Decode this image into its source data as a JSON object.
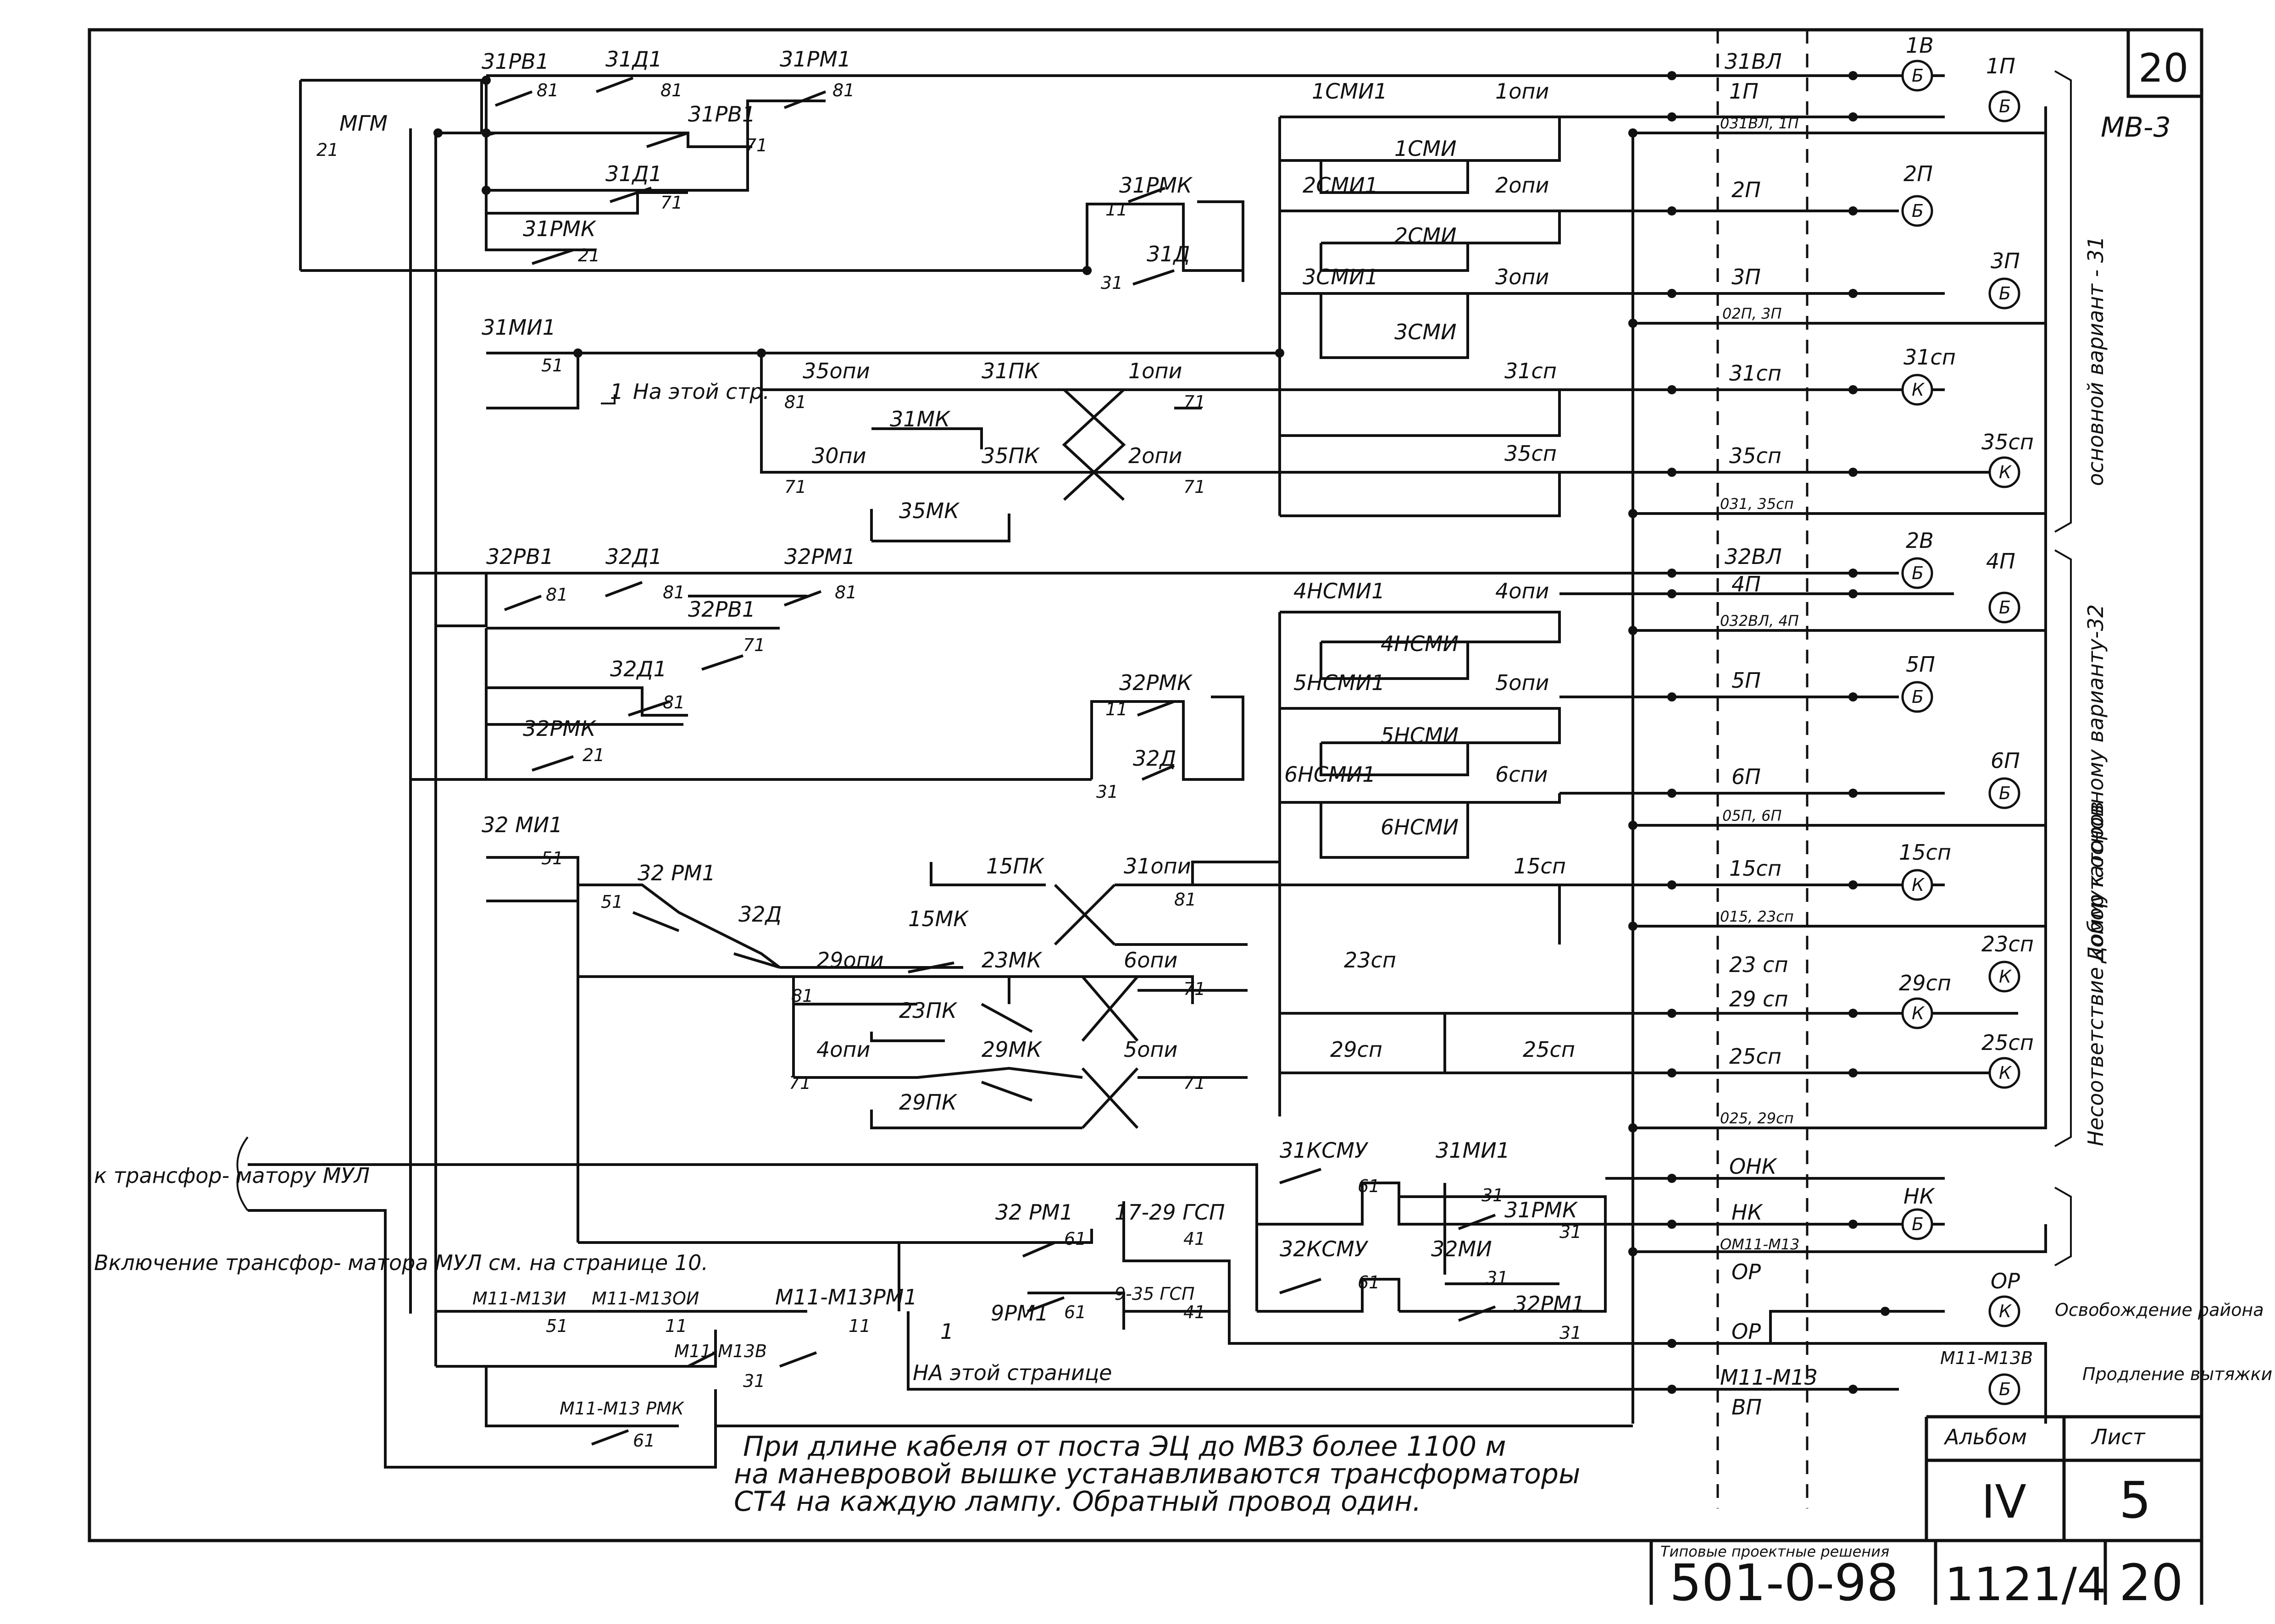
{
  "sheet": {
    "corner_number": "20",
    "code": "МВ-3",
    "album_label": "Альбом",
    "sheet_label": "Лист",
    "album_value": "IV",
    "sheet_value": "5",
    "standard_label": "Типовые проектные решения",
    "project_number": "501-0-98",
    "part_number": "1121/4",
    "page_number": "20"
  },
  "right_groups": {
    "main_variant": "основной вариант - 31",
    "addition": "Добор к основному варианту-32",
    "mismatch": "Несоответствие коммутаторов",
    "release": "Освобождение района",
    "extension": "Продление вытяжки"
  },
  "notes": {
    "to_transformer": "к трансфор- матору МУЛ",
    "transformer_note": "Включение трансфор- матора МУЛ см. на странице 10.",
    "cable_note_1": "При длине кабеля от поста ЭЦ до МВЗ более 1100 м",
    "cable_note_2": "на маневровой вышке устанавливаются трансформаторы",
    "cable_note_3": "СТ4 на каждую лампу. Обратный провод один.",
    "this_page_1": "На этой стр.",
    "this_page_2": "НА этой странице",
    "arrow_1": "1",
    "arrow_2": "1"
  },
  "contacts": {
    "mgm": "МГМ",
    "mgm_n": "21",
    "c31rv1": "31РВ1",
    "c31d1": "31Д1",
    "c31rm1": "31РМ1",
    "c31rv1b": "31РВ1",
    "c31d1b": "31Д1",
    "c31rmk": "31РМК",
    "c31rmk2": "31РМК",
    "c31d": "31Д",
    "c31mi1": "31МИ1",
    "c1smi1": "1СМИ1",
    "c1smi": "1СМИ",
    "c2smi1": "2СМИ1",
    "c2smi": "2СМИ",
    "c3smi1": "3СМИ1",
    "c3smi": "3СМИ",
    "c1opi": "1опи",
    "c2opi": "2опи",
    "c3opi": "3опи",
    "c35opi": "35опи",
    "c31pk": "31ПК",
    "c1opi2": "1опи",
    "c31mk": "31МК",
    "c30pi": "30пи",
    "c35pk": "35ПК",
    "c2opi2": "2опи",
    "c35mk": "35МК",
    "c31sp": "31сп",
    "c35sp": "35сп",
    "c32rv1": "32РВ1",
    "c32d1": "32Д1",
    "c32rm1": "32РМ1",
    "c32rv1b": "32РВ1",
    "c32d1b": "32Д1",
    "c32rmk": "32РМК",
    "c32rmk2": "32РМК",
    "c32d": "32Д",
    "c4nsmi1": "4НСМИ1",
    "c4nsmi": "4НСМИ",
    "c5nsmi1": "5НСМИ1",
    "c5nsmi": "5НСМИ",
    "c6nsmi1": "6НСМИ1",
    "c6nsmi": "6НСМИ",
    "c4opi": "4опи",
    "c5opi": "5опи",
    "c6spi": "6спи",
    "c32mi1": "32 МИ1",
    "c32rm1b": "32 РМ1",
    "c32dd": "32Д",
    "c15pk": "15ПК",
    "c31opi": "31опи",
    "c15mk": "15МК",
    "c15sp": "15сп",
    "c29opi": "29опи",
    "c23mk": "23МК",
    "c6opi": "6опи",
    "c23pk": "23ПК",
    "c23sp": "23сп",
    "c4opi2": "4опи",
    "c29mk": "29МК",
    "c5opi2": "5опи",
    "c29pk": "29ПК",
    "c29sp": "29сп",
    "c25sp": "25сп",
    "c31ksmu": "31КСМУ",
    "c31mi1b": "31МИ1",
    "c31rmkb": "31РМК",
    "c32ksmu": "32КСМУ",
    "c32mi": "32МИ",
    "c32rm1c": "32РМ1",
    "c32rm1d": "32 РМ1",
    "c17": "17-29 ГСП",
    "c9": "9-35 ГСП",
    "c9rm1": "9РМ1",
    "m11a": "М11-М13И",
    "m11b": "М11-М13ОИ",
    "m11c": "М11-М13РМ1",
    "m11d": "М11-М13В",
    "m11e": "М11-М13 РМК"
  },
  "numbers": {
    "n81": "81",
    "n71": "71",
    "n21": "21",
    "n11": "11",
    "n31": "31",
    "n51": "51",
    "n61": "61",
    "n41": "41",
    "n1": "1"
  },
  "wires": {
    "w31va": "31ВЛ",
    "w1p": "1П",
    "w031va": "031ВЛ, 1П",
    "w2p": "2П",
    "w3p": "3П",
    "w02p": "02П, 3П",
    "w31sp": "31сп",
    "w35sp": "35сп",
    "w031": "031, 35сп",
    "w32va": "32ВЛ",
    "w4p": "4П",
    "w032": "032ВЛ, 4П",
    "w5p": "5П",
    "w6p": "6П",
    "w05p": "05П, 6П",
    "w15sp": "15сп",
    "w015": "015, 23сп",
    "w23sp": "23 сп",
    "w29sp": "29 сп",
    "w25sp": "25сп",
    "w025": "025, 29сп",
    "wonk": "ОНК",
    "wnk": "НК",
    "wom": "ОМ11-М13",
    "wop": "ОР",
    "wop2": "ОР",
    "wm11": "М11-М13",
    "wvp": "ВП"
  },
  "lamps": {
    "l1v": "1В",
    "l1p": "1П",
    "l2p": "2П",
    "l3p": "3П",
    "l31sp": "31сп",
    "l35sp": "35сп",
    "l2v": "2В",
    "l4p": "4П",
    "l5p": "5П",
    "l6p": "6П",
    "l15sp": "15сп",
    "l23sp": "23сп",
    "l29sp": "29сп",
    "l25sp": "25сп",
    "lnk": "НК",
    "lor": "ОР",
    "lm11": "М11-М13В",
    "B": "Б",
    "K": "К"
  }
}
